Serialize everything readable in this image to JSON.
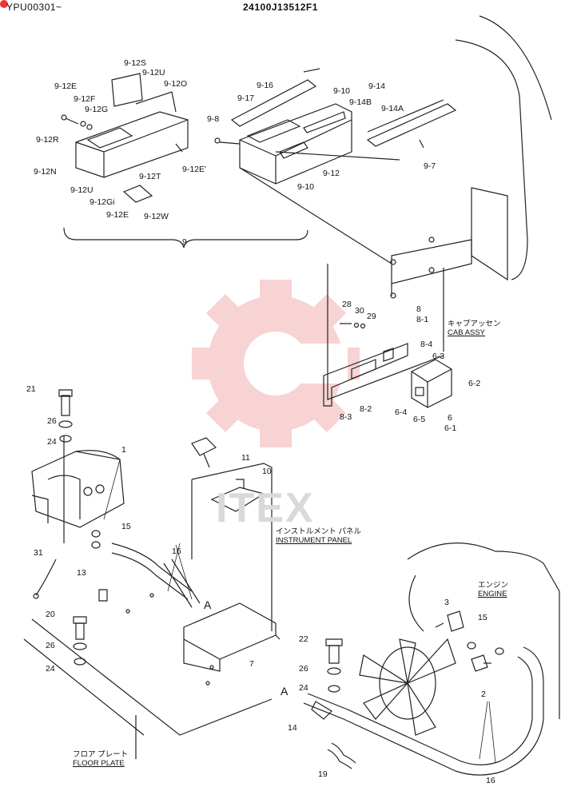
{
  "header": {
    "serial_range": "YPU00301~",
    "document_number": "24100J13512F1"
  },
  "captions": {
    "cab_assy_jp": "キャブアッセン",
    "cab_assy_en": "CAB ASSY",
    "instrument_panel_jp": "インストルメント パネル",
    "instrument_panel_en": "INSTRUMENT PANEL",
    "engine_jp": "エンジン",
    "engine_en": "ENGINE",
    "floor_plate_jp": "フロア プレート",
    "floor_plate_en": "FLOOR PLATE"
  },
  "watermark": {
    "text": "ITEX",
    "color": "#f5c8c8"
  },
  "callouts": {
    "c_9_12S": "9-12S",
    "c_9_12U_top": "9-12U",
    "c_9_12O": "9-12O",
    "c_9_12E_top": "9-12E",
    "c_9_12F": "9-12F",
    "c_9_12G": "9-12G",
    "c_9_12R": "9-12R",
    "c_9_12N": "9-12N",
    "c_9_12U_bot": "9-12U",
    "c_9_12Gi": "9-12Gi",
    "c_9_12E_bot": "9-12E",
    "c_9_12W": "9-12W",
    "c_9_12T": "9-12T",
    "c_9_12E_right": "9-12E'",
    "c_9": "9",
    "c_9_16": "9-16",
    "c_9_17": "9-17",
    "c_9_10_top": "9-10",
    "c_9_14B": "9-14B",
    "c_9_14": "9-14",
    "c_9_14A": "9-14A",
    "c_9_8": "9-8",
    "c_9_12": "9-12",
    "c_9_10_bot": "9-10",
    "c_9_7": "9-7",
    "c_28": "28",
    "c_30": "30",
    "c_29": "29",
    "c_8": "8",
    "c_8_1": "8-1",
    "c_8_4": "8-4",
    "c_6_3": "6-3",
    "c_6_2": "6-2",
    "c_8_2": "8-2",
    "c_8_3": "8-3",
    "c_6_4": "6-4",
    "c_6_5": "6-5",
    "c_6": "6",
    "c_6_1": "6-1",
    "c_21": "21",
    "c_26_a": "26",
    "c_24_a": "24",
    "c_1": "1",
    "c_11": "11",
    "c_10": "10",
    "c_15_a": "15",
    "c_16_a": "16",
    "c_31": "31",
    "c_A_a": "A",
    "c_13": "13",
    "c_20": "20",
    "c_26_b": "26",
    "c_24_b": "24",
    "c_7": "7",
    "c_3": "3",
    "c_15_b": "15",
    "c_2": "2",
    "c_22": "22",
    "c_26_c": "26",
    "c_24_c": "24",
    "c_A_b": "A",
    "c_14": "14",
    "c_19": "19",
    "c_16_b": "16"
  }
}
